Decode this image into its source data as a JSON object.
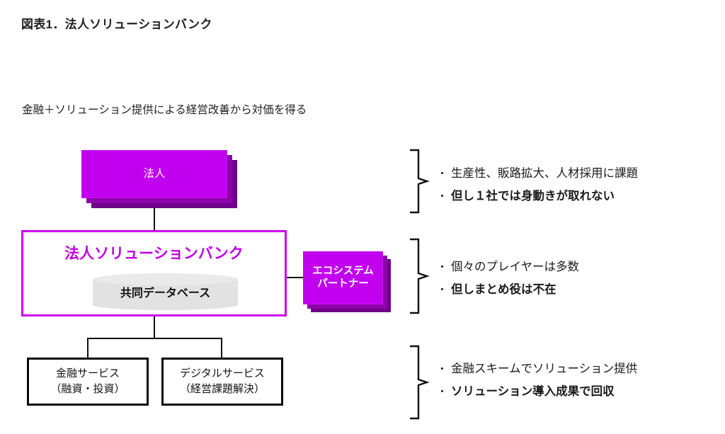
{
  "figure": {
    "title": "図表1．法人ソリューションバンク",
    "lead": "金融＋ソリューション提供による経営改善から対価を得る"
  },
  "nodes": {
    "corporate": {
      "label": "法人",
      "style": "stacked-box",
      "color": "#c200f0"
    },
    "solution_bank": {
      "title": "法人ソリューションバンク",
      "border_color": "#cc00ee",
      "title_color": "#c000e8",
      "database": {
        "label": "共同データベース",
        "shape": "cylinder",
        "color": "#e2e2e2"
      }
    },
    "ecosystem_partner": {
      "line1": "エコシステム",
      "line2": "パートナー",
      "style": "stacked-box",
      "color": "#c200f0"
    },
    "services": [
      {
        "line1": "金融サービス",
        "line2": "（融資・投資）"
      },
      {
        "line1": "デジタルサービス",
        "line2": "（経営課題解決）"
      }
    ]
  },
  "annotations": [
    {
      "bracket": "right-brace",
      "bullets": [
        {
          "text": "生産性、販路拡大、人材採用に課題",
          "bold": false,
          "marker": "・"
        },
        {
          "text": "但し１社では身動きが取れない",
          "bold": true,
          "marker": "・"
        }
      ]
    },
    {
      "bracket": "right-brace",
      "bullets": [
        {
          "text": "個々のプレイヤーは多数",
          "bold": false,
          "marker": "・"
        },
        {
          "text": "但しまとめ役は不在",
          "bold": true,
          "marker": "・"
        }
      ]
    },
    {
      "bracket": "right-brace",
      "bullets": [
        {
          "text": "金融スキームでソリューション提供",
          "bold": false,
          "marker": "・"
        },
        {
          "text": "ソリューション導入成果で回収",
          "bold": true,
          "marker": "・"
        }
      ]
    }
  ]
}
